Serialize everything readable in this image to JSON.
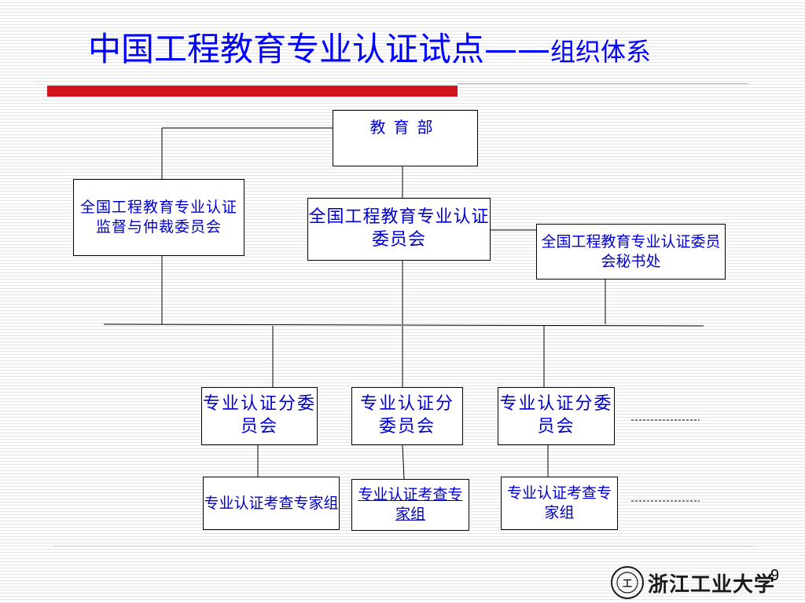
{
  "title": {
    "main": "中国工程教育专业认证试点——",
    "sub": "组织体系"
  },
  "org_chart": {
    "ministry": "教育部",
    "supervision_committee": "全国工程教育专业认证监督与仲裁委员会",
    "accreditation_committee": "全国工程教育专业认证委员会",
    "secretariat": "全国工程教育专业认证委员会秘书处",
    "subcommittees": [
      "专业认证分委员会",
      "专业认证分委员会",
      "专业认证分委员会"
    ],
    "expert_groups": [
      "专业认证考查专家组",
      "专业认证考查专家组",
      "专业认证考查专家组"
    ]
  },
  "footer": {
    "university": "浙江工业大学",
    "page_number": "9"
  },
  "colors": {
    "title": "#0000ff",
    "node_text": "#0000cc",
    "accent_bar": "#d0161c",
    "connector": "#000000",
    "logo": "#1a1a1a"
  },
  "icons": {
    "logo": "university-seal-icon"
  }
}
